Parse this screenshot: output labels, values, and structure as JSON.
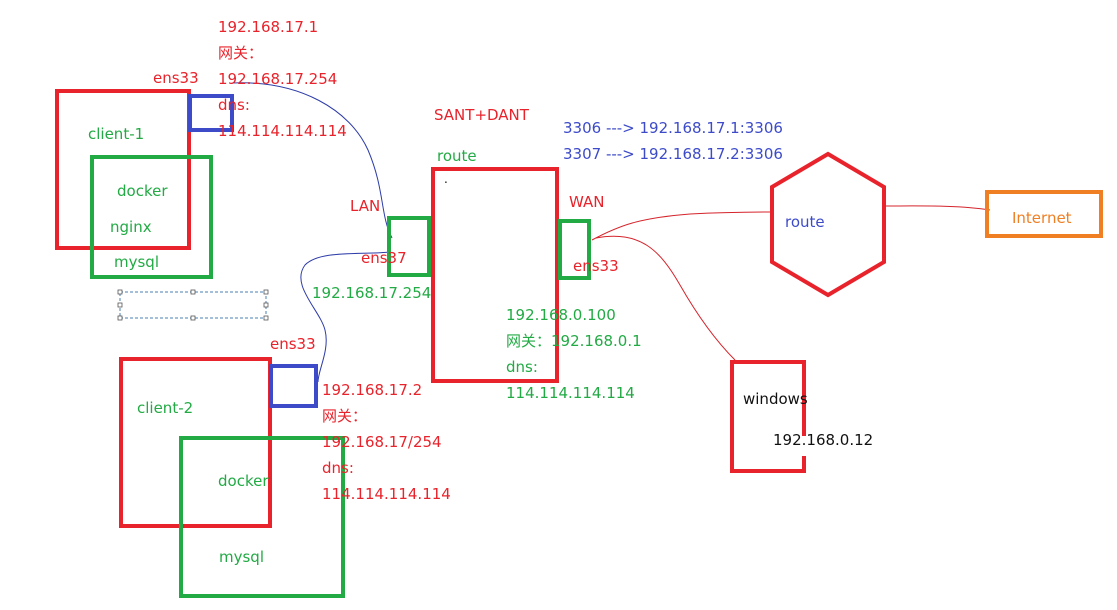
{
  "colors": {
    "red": "#e8232b",
    "green": "#22aa44",
    "blue": "#3d4bc9",
    "orange": "#f07f24",
    "wire_blue": "#2d3ca8",
    "wire_red": "#d4242b"
  },
  "client1": {
    "name": "client-1",
    "nic": "ens33",
    "ip": "192.168.17.1",
    "gateway_label": "网关：",
    "gateway": "192.168.17.254",
    "dns_label": "dns:",
    "dns": "114.114.114.114",
    "docker_label": "docker",
    "nginx_label": "nginx",
    "mysql_label": "mysql"
  },
  "client2": {
    "name": "client-2",
    "nic": "ens33",
    "ip": "192.168.17.2",
    "gateway_label": "网关：",
    "gateway": "192.168.17/254",
    "dns_label": "dns:",
    "dns": "114.114.114.114",
    "docker_label": "docker",
    "mysql_label": "mysql"
  },
  "router": {
    "nat_label": "SANT+DANT",
    "name": "route",
    "dot": ".",
    "lan_label": "LAN",
    "lan_nic": "ens37",
    "lan_ip": "192.168.17.254",
    "wan_label": "WAN",
    "wan_nic": "ens33",
    "wan_ip": "192.168.0.100",
    "wan_gateway": "网关：192.168.0.1",
    "wan_dns_label": "dns:",
    "wan_dns": "114.114.114.114",
    "port_map_1": "3306 ---> 192.168.17.1:3306",
    "port_map_2": "3307 ---> 192.168.17.2:3306"
  },
  "upstream_route": {
    "label": "route"
  },
  "internet": {
    "label": "Internet"
  },
  "windows": {
    "label": "windows",
    "ip": "192.168.0.12"
  }
}
